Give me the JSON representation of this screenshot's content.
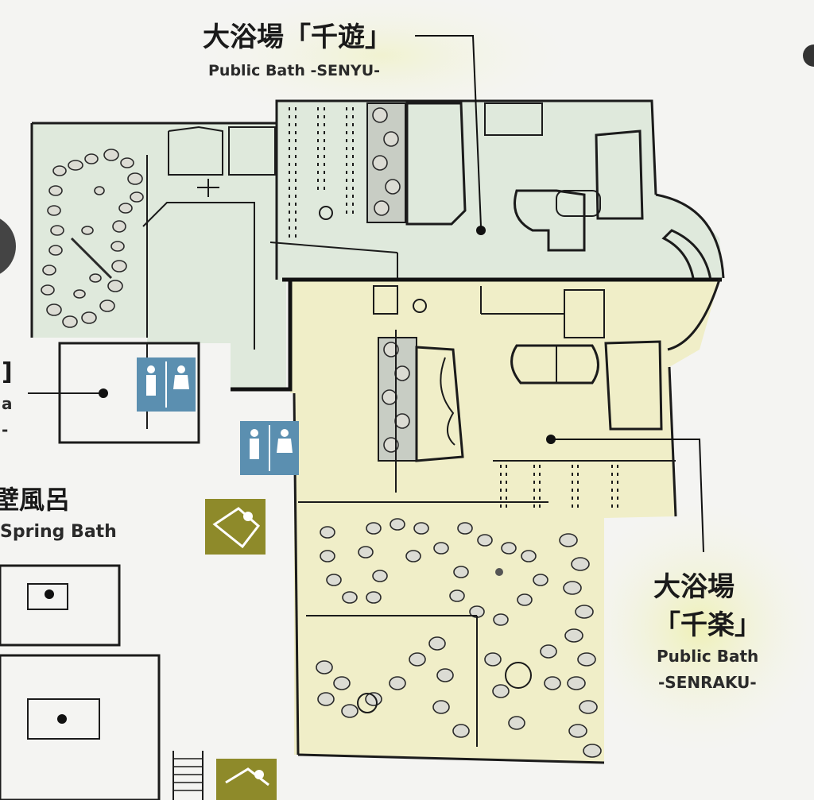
{
  "senyu": {
    "name_jp": "大浴場「千遊」",
    "name_en": "Public Bath -SENYU-",
    "zone_color": "#dfe9dc"
  },
  "senraku": {
    "name_jp_line1": "大浴場",
    "name_jp_line2": "「千楽」",
    "name_en_line1": "Public Bath",
    "name_en_line2": "-SENRAKU-",
    "zone_color": "#f0eec8",
    "glow_color": "#eef0b0"
  },
  "left_labels": {
    "partial_jp_top": "]",
    "partial_en_a": "a",
    "partial_en_dash": "-",
    "spring_bath_jp": "壁風呂",
    "spring_bath_en": "Spring Bath"
  },
  "icons": {
    "restroom_color": "#5b8fb0",
    "evacuation_color": "#8e8a2a",
    "restroom_icon": "restroom-icon",
    "evacuation_icon": "emergency-exit-icon"
  }
}
